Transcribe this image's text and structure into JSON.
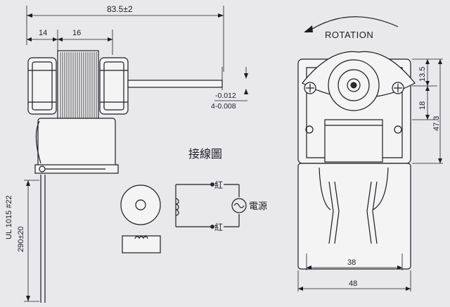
{
  "dimensions": {
    "overall_length": "83.5±2",
    "bracket_width": "14",
    "core_width": "16",
    "shaft_tolerance_top": "-0.012",
    "shaft_tolerance_bottom": "4-0.008",
    "lead_spec": "UL 1015 #22",
    "lead_length": "290±20",
    "top_offset": "13.5",
    "mid_offset": "18",
    "total_height": "47.3",
    "hole_spacing": "38",
    "frame_width": "48"
  },
  "labels": {
    "rotation": "ROTATION",
    "wiring_title": "接線圖",
    "red_top": "紅",
    "red_bottom": "紅",
    "power_source": "電源"
  }
}
